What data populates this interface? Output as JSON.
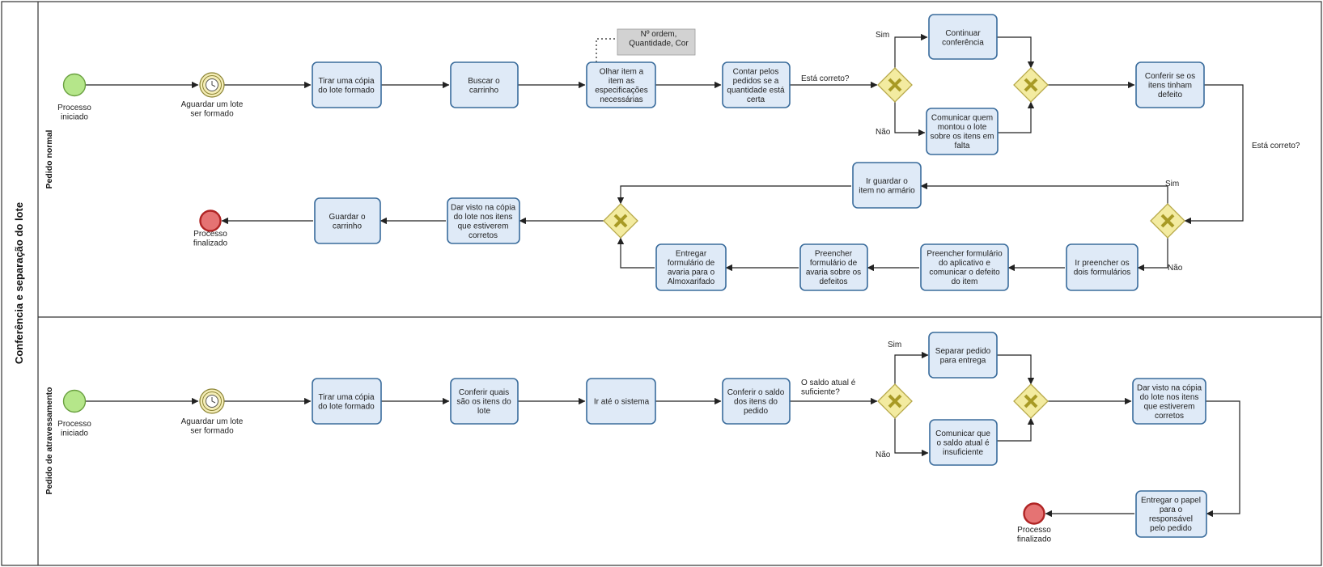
{
  "pool": {
    "title": "Conferência e separação do lote"
  },
  "lanes": {
    "top": {
      "title": "Pedido normal"
    },
    "bottom": {
      "title": "Pedido de atravessamento"
    }
  },
  "colors": {
    "task_fill": "#dfeaf7",
    "task_stroke": "#3a6c9c",
    "start_fill": "#b5e68a",
    "start_stroke": "#6aa040",
    "end_fill": "#e57373",
    "end_stroke": "#b02424",
    "gateway_fill": "#f3eba0",
    "gateway_stroke": "#b7a94a",
    "gateway_mark": "#a89a25",
    "timer_fill": "#f4edb7",
    "timer_stroke": "#8c8434",
    "annotation_fill": "#d2d2d2",
    "line": "#222222"
  },
  "normal": {
    "start": {
      "label": [
        "Processo",
        "iniciado"
      ]
    },
    "timer": {
      "label": [
        "Aguardar um lote",
        "ser formado"
      ]
    },
    "task_copy": {
      "label": [
        "Tirar uma cópia",
        "do lote formado"
      ]
    },
    "task_cart": {
      "label": [
        "Buscar o",
        "carrinho"
      ]
    },
    "task_look": {
      "label": [
        "Olhar item a",
        "item as",
        "especificações",
        "necessárias"
      ]
    },
    "annotation": {
      "label": [
        "Nº ordem,",
        "Quantidade, Cor"
      ]
    },
    "task_count": {
      "label": [
        "Contar pelos",
        "pedidos se a",
        "quantidade está",
        "certa"
      ]
    },
    "q1": {
      "label": "Está correto?"
    },
    "q1_yes": {
      "label": "Sim"
    },
    "q1_no": {
      "label": "Não"
    },
    "task_continue": {
      "label": [
        "Continuar",
        "conferência"
      ]
    },
    "task_report": {
      "label": [
        "Comunicar quem",
        "montou o lote",
        "sobre os itens em",
        "falta"
      ]
    },
    "task_defect": {
      "label": [
        "Conferir se os",
        "itens tinham",
        "defeito"
      ]
    },
    "q2": {
      "label": "Está correto?"
    },
    "q2_yes": {
      "label": "Sim"
    },
    "q2_no": {
      "label": "Não"
    },
    "task_store": {
      "label": [
        "Ir guardar o",
        "item no armário"
      ]
    },
    "task_forms": {
      "label": [
        "Ir preencher os",
        "dois formulários"
      ]
    },
    "task_app": {
      "label": [
        "Preencher formulário",
        "do aplicativo e",
        "comunicar o defeito",
        "do item"
      ]
    },
    "task_damage": {
      "label": [
        "Preencher",
        "formulário de",
        "avaria sobre os",
        "defeitos"
      ]
    },
    "task_deliver": {
      "label": [
        "Entregar",
        "formulário de",
        "avaria para o",
        "Almoxarifado"
      ]
    },
    "task_visto": {
      "label": [
        "Dar visto na cópia",
        "do lote nos itens",
        "que estiverem",
        "corretos"
      ]
    },
    "task_keep": {
      "label": [
        "Guardar o",
        "carrinho"
      ]
    },
    "end": {
      "label": [
        "Processo",
        "finalizado"
      ]
    }
  },
  "cross": {
    "start": {
      "label": [
        "Processo",
        "iniciado"
      ]
    },
    "timer": {
      "label": [
        "Aguardar um lote",
        "ser formado"
      ]
    },
    "task_copy": {
      "label": [
        "Tirar uma cópia",
        "do lote formado"
      ]
    },
    "task_which": {
      "label": [
        "Conferir quais",
        "são os itens do",
        "lote"
      ]
    },
    "task_system": {
      "label": [
        "Ir até o sistema"
      ]
    },
    "task_balance": {
      "label": [
        "Conferir o saldo",
        "dos itens do",
        "pedido"
      ]
    },
    "q": {
      "label": [
        "O saldo atual é",
        "suficiente?"
      ]
    },
    "q_yes": {
      "label": "Sim"
    },
    "q_no": {
      "label": "Não"
    },
    "task_separate": {
      "label": [
        "Separar pedido",
        "para entrega"
      ]
    },
    "task_insuff": {
      "label": [
        "Comunicar que",
        "o saldo atual é",
        "insuficiente"
      ]
    },
    "task_visto": {
      "label": [
        "Dar visto na cópia",
        "do lote nos itens",
        "que estiverem",
        "corretos"
      ]
    },
    "task_paper": {
      "label": [
        "Entregar o papel",
        "para o",
        "responsável",
        "pelo pedido"
      ]
    },
    "end": {
      "label": [
        "Processo",
        "finalizado"
      ]
    }
  }
}
